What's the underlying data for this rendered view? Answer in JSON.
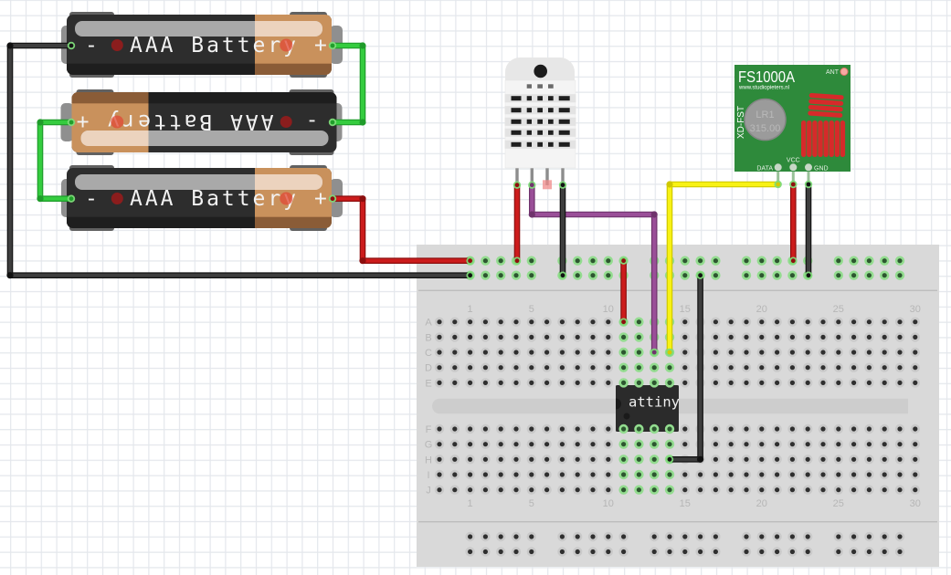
{
  "batteries": [
    {
      "label": "AAA Battery",
      "negative": "-",
      "positive": "+"
    },
    {
      "label": "AAA Battery",
      "negative": "-",
      "positive": "+"
    },
    {
      "label": "AAA Battery",
      "negative": "-",
      "positive": "+"
    }
  ],
  "rf_module": {
    "title": "FS1000A",
    "website": "www.studiopieters.nl",
    "side_label": "XD-FST",
    "crystal_line1": "LR1",
    "crystal_line2": "315.00",
    "antenna_label": "ANT",
    "pins": [
      {
        "label": "DATA"
      },
      {
        "label": "VCC"
      },
      {
        "label": "GND"
      }
    ]
  },
  "chip": {
    "label": "attiny"
  },
  "sensor": {
    "pins_connected": [
      true,
      true,
      false,
      true
    ]
  },
  "breadboard": {
    "row_labels": [
      "A",
      "B",
      "C",
      "D",
      "E",
      "F",
      "G",
      "H",
      "I",
      "J"
    ],
    "column_labels": [
      "1",
      "5",
      "10",
      "15",
      "20",
      "25",
      "30"
    ],
    "highlighted_columns": [
      11,
      12,
      13,
      14
    ],
    "top_rails_highlighted": true,
    "bottom_rails_highlighted": false
  },
  "colors": {
    "connection_highlight": "#7fdc7a",
    "unconnected_pin": "#f08a8a",
    "rf_board": "#2e8a3b",
    "rf_coil": "#d62a2a",
    "wires": {
      "red": {
        "core": "#cc1c1c",
        "edge": "#8c0e0e"
      },
      "black": {
        "core": "#3e3e3e",
        "edge": "#111111"
      },
      "green": {
        "core": "#35cc3f",
        "edge": "#1f9c2a"
      },
      "purple": {
        "core": "#9a4f98",
        "edge": "#6f336c"
      },
      "yellow": {
        "core": "#f8f214",
        "edge": "#cfc800"
      }
    }
  }
}
